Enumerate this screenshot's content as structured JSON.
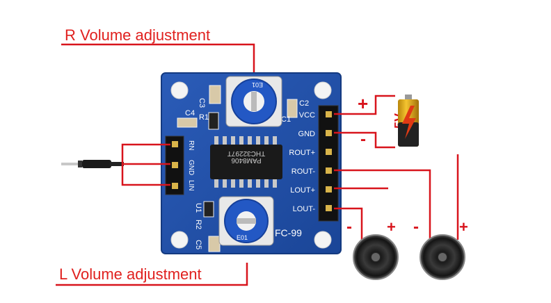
{
  "annotations": {
    "r_volume": "R Volume adjustment",
    "l_volume": "L Volume adjustment"
  },
  "board": {
    "model": "FC-99",
    "chip_line1": "PAM8406",
    "chip_line2": "THC32297T",
    "silk": {
      "c1": "C1",
      "c2": "C2",
      "c3": "C3",
      "c4": "C4",
      "c5": "C5",
      "r1": "R1",
      "r2": "R2",
      "u1": "U1",
      "pot_top": "E01",
      "pot_bottom": "E01"
    },
    "input_pins": [
      "RN",
      "GND",
      "LIN"
    ],
    "output_pins": [
      "VCC",
      "GND",
      "ROUT+",
      "ROUT-",
      "LOUT+",
      "LOUT-"
    ]
  },
  "battery": {
    "label": "5V",
    "plus": "+",
    "minus": "-"
  },
  "speakers": [
    {
      "minus": "-",
      "plus": "+"
    },
    {
      "minus": "-",
      "plus": "+"
    }
  ],
  "colors": {
    "wire": "#d8141c",
    "board": "#1f4fa8",
    "annotation_text": "#e0201e"
  }
}
